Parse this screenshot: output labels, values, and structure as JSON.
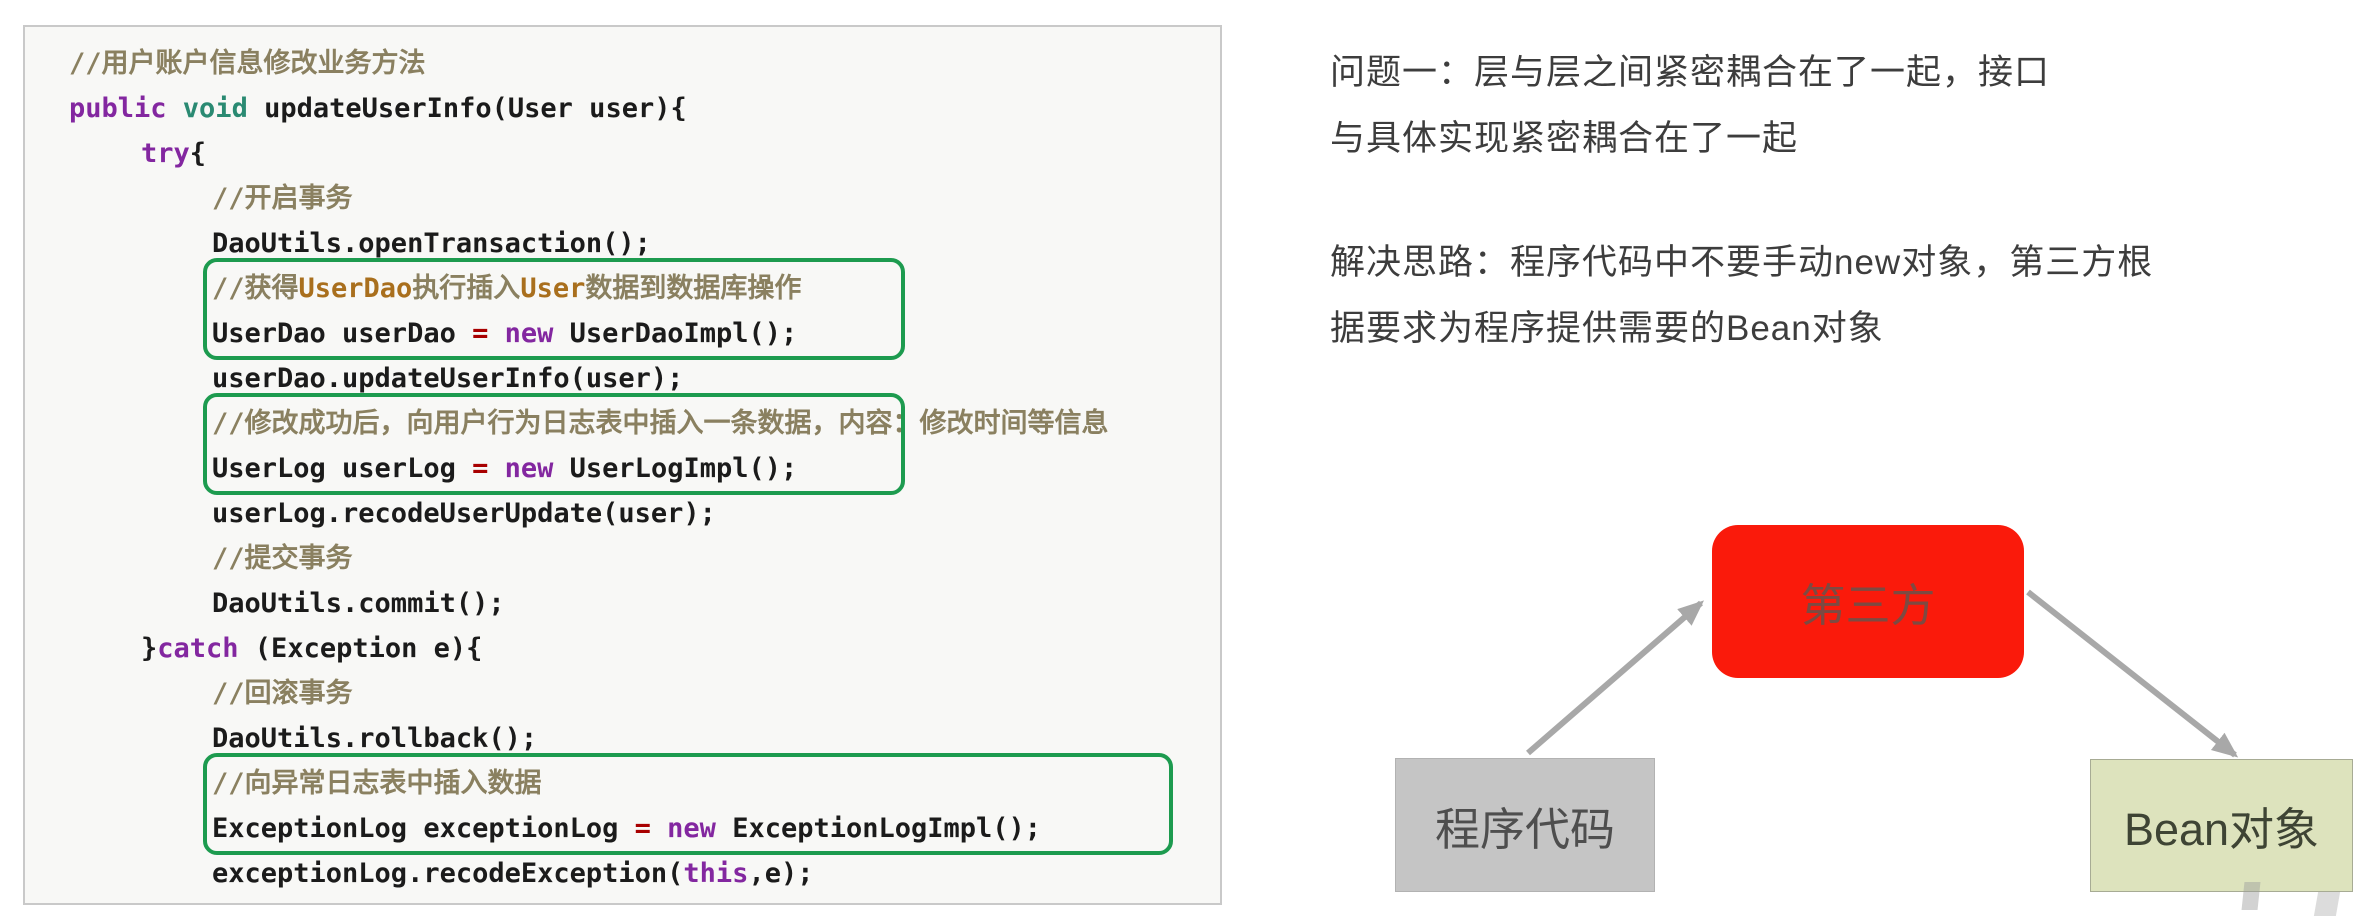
{
  "code_panel": {
    "language": "java",
    "lines": [
      {
        "indent": 0,
        "segs": [
          {
            "c": "cm",
            "t": "//用户账户信息修改业务方法"
          }
        ]
      },
      {
        "indent": 0,
        "segs": [
          {
            "c": "kw",
            "t": "public "
          },
          {
            "c": "ty",
            "t": "void "
          },
          {
            "c": "pl",
            "t": "updateUserInfo(User user){"
          }
        ]
      },
      {
        "indent": 1,
        "segs": [
          {
            "c": "kw",
            "t": "try"
          },
          {
            "c": "pl",
            "t": "{"
          }
        ]
      },
      {
        "indent": 2,
        "segs": [
          {
            "c": "cm",
            "t": "//开启事务"
          }
        ]
      },
      {
        "indent": 2,
        "segs": [
          {
            "c": "pl",
            "t": "DaoUtils.openTransaction();"
          }
        ]
      },
      {
        "indent": 2,
        "segs": [
          {
            "c": "cm",
            "t": "//获得"
          },
          {
            "c": "cmb",
            "t": "UserDao"
          },
          {
            "c": "cm",
            "t": "执行插入"
          },
          {
            "c": "cmb",
            "t": "User"
          },
          {
            "c": "cm",
            "t": "数据到数据库操作"
          }
        ]
      },
      {
        "indent": 2,
        "segs": [
          {
            "c": "pl",
            "t": "UserDao userDao "
          },
          {
            "c": "eq",
            "t": "="
          },
          {
            "c": "pl",
            "t": " "
          },
          {
            "c": "kw",
            "t": "new"
          },
          {
            "c": "pl",
            "t": " UserDaoImpl();"
          }
        ]
      },
      {
        "indent": 2,
        "segs": [
          {
            "c": "pl",
            "t": "userDao.updateUserInfo(user);"
          }
        ]
      },
      {
        "indent": 2,
        "segs": [
          {
            "c": "cm",
            "t": "//修改成功后，向用户行为日志表中插入一条数据，内容：修改时间等信息"
          }
        ]
      },
      {
        "indent": 2,
        "segs": [
          {
            "c": "pl",
            "t": "UserLog userLog "
          },
          {
            "c": "eq",
            "t": "="
          },
          {
            "c": "pl",
            "t": " "
          },
          {
            "c": "kw",
            "t": "new"
          },
          {
            "c": "pl",
            "t": " UserLogImpl();"
          }
        ]
      },
      {
        "indent": 2,
        "segs": [
          {
            "c": "pl",
            "t": "userLog.recodeUserUpdate(user);"
          }
        ]
      },
      {
        "indent": 2,
        "segs": [
          {
            "c": "cm",
            "t": "//提交事务"
          }
        ]
      },
      {
        "indent": 2,
        "segs": [
          {
            "c": "pl",
            "t": "DaoUtils.commit();"
          }
        ]
      },
      {
        "indent": 1,
        "segs": [
          {
            "c": "pl",
            "t": "}"
          },
          {
            "c": "kw",
            "t": "catch"
          },
          {
            "c": "pl",
            "t": " (Exception e){"
          }
        ]
      },
      {
        "indent": 2,
        "segs": [
          {
            "c": "cm",
            "t": "//回滚事务"
          }
        ]
      },
      {
        "indent": 2,
        "segs": [
          {
            "c": "pl",
            "t": "DaoUtils.rollback();"
          }
        ]
      },
      {
        "indent": 2,
        "segs": [
          {
            "c": "cm",
            "t": "//向异常日志表中插入数据"
          }
        ]
      },
      {
        "indent": 2,
        "segs": [
          {
            "c": "pl",
            "t": "ExceptionLog exceptionLog "
          },
          {
            "c": "eq",
            "t": "="
          },
          {
            "c": "pl",
            "t": " "
          },
          {
            "c": "kw",
            "t": "new"
          },
          {
            "c": "pl",
            "t": " ExceptionLogImpl();"
          }
        ]
      },
      {
        "indent": 2,
        "segs": [
          {
            "c": "pl",
            "t": "exceptionLog.recodeException("
          },
          {
            "c": "kw",
            "t": "this"
          },
          {
            "c": "pl",
            "t": ",e);"
          }
        ]
      }
    ],
    "highlight_boxes": [
      {
        "around": "UserDao new 块",
        "lines": "6-7"
      },
      {
        "around": "UserLog new 块",
        "lines": "9-10"
      },
      {
        "around": "ExceptionLog new 块",
        "lines": "17-18"
      }
    ]
  },
  "notes": {
    "problem": "问题一：层与层之间紧密耦合在了一起，接口\n与具体实现紧密耦合在了一起",
    "solution": "解决思路：程序代码中不要手动new对象，第三方根\n据要求为程序提供需要的Bean对象"
  },
  "diagram": {
    "third_party_label": "第三方",
    "program_code_label": "程序代码",
    "bean_object_label": "Bean对象",
    "arrows": [
      {
        "from": "程序代码",
        "to": "第三方"
      },
      {
        "from": "第三方",
        "to": "Bean对象"
      }
    ]
  },
  "colors": {
    "highlight_green": "#1d9b4f",
    "third_party_red": "#fa1a0b",
    "program_gray": "#c5c5c5",
    "bean_green": "#dde3bd",
    "keyword_purple": "#8327a0",
    "type_teal": "#2a8a72",
    "comment_olive": "#8a8060",
    "comment_class_orange": "#a96f1d",
    "assign_red": "#a80000",
    "arrow_gray": "#a8a8a8"
  }
}
